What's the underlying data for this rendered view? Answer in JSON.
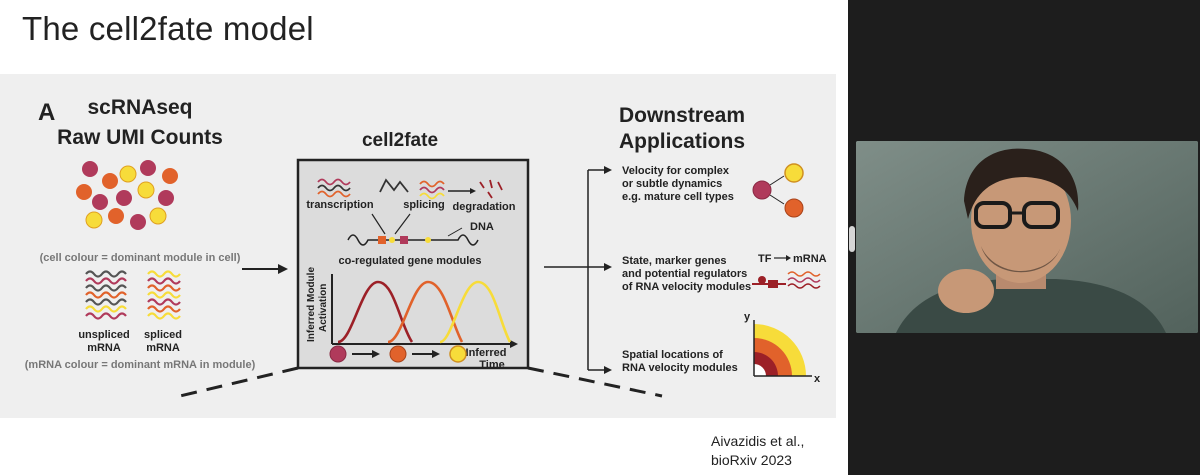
{
  "slide": {
    "title": "The cell2fate model",
    "citation": "Aivazidis et al.,\nbioRxiv 2023"
  },
  "figure": {
    "panel_letter": "A",
    "left": {
      "heading_line1": "scRNAseq",
      "heading_line2": "Raw UMI Counts",
      "cell_colour_note": "(cell colour = dominant module in cell)",
      "unspliced_line1": "unspliced",
      "unspliced_line2": "mRNA",
      "spliced_line1": "spliced",
      "spliced_line2": "mRNA",
      "mrna_colour_note": "(mRNA colour = dominant mRNA in module)"
    },
    "center": {
      "heading": "cell2fate",
      "transcription": "transcription",
      "splicing": "splicing",
      "degradation": "degradation",
      "dna": "DNA",
      "coregulated": "co-regulated gene modules",
      "yaxis_line1": "Inferred Module",
      "yaxis_line2": "Activation",
      "inferred_time_line1": "Inferred",
      "inferred_time_line2": "Time"
    },
    "right": {
      "heading_line1": "Downstream",
      "heading_line2": "Applications",
      "app1_line1": "Velocity for complex",
      "app1_line2": "or subtle dynamics",
      "app1_line3": "e.g. mature cell types",
      "app2_line1": "State, marker genes",
      "app2_line2": "and potential regulators",
      "app2_line3": "of RNA velocity modules",
      "tf": "TF",
      "mrna": "mRNA",
      "app3_line1": "Spatial locations of",
      "app3_line2": "RNA velocity modules",
      "axis_y": "y",
      "axis_x": "x"
    }
  },
  "colors": {
    "module1": "#b03a5b",
    "module2": "#e1622b",
    "module3": "#f7dc3a",
    "dark_red": "#9c2027"
  },
  "video": {
    "participant": "speaker-video"
  }
}
